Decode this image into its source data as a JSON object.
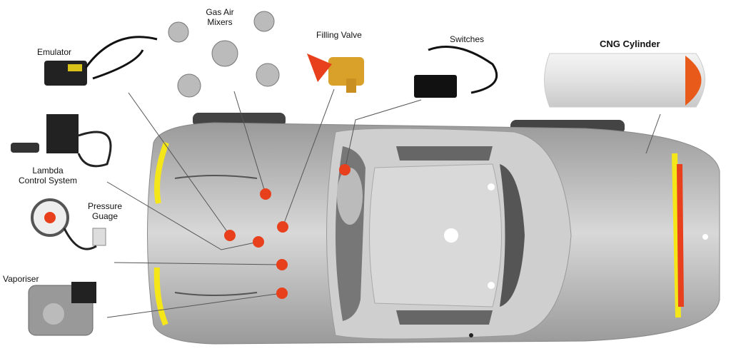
{
  "labels": {
    "emulator": "Emulator",
    "gas_air_mixers_1": "Gas Air",
    "gas_air_mixers_2": "Mixers",
    "filling_valve": "Filling Valve",
    "switches": "Switches",
    "cng_cylinder": "CNG Cylinder",
    "lambda_1": "Lambda",
    "lambda_2": "Control System",
    "pressure_1": "Pressure",
    "pressure_2": "Guage",
    "vaporiser": "Vaporiser"
  },
  "colors": {
    "marker": "#e8401c",
    "car": "#b9b9b9",
    "cylinder_cap": "#e85a1a",
    "light": "#f5e61a"
  }
}
